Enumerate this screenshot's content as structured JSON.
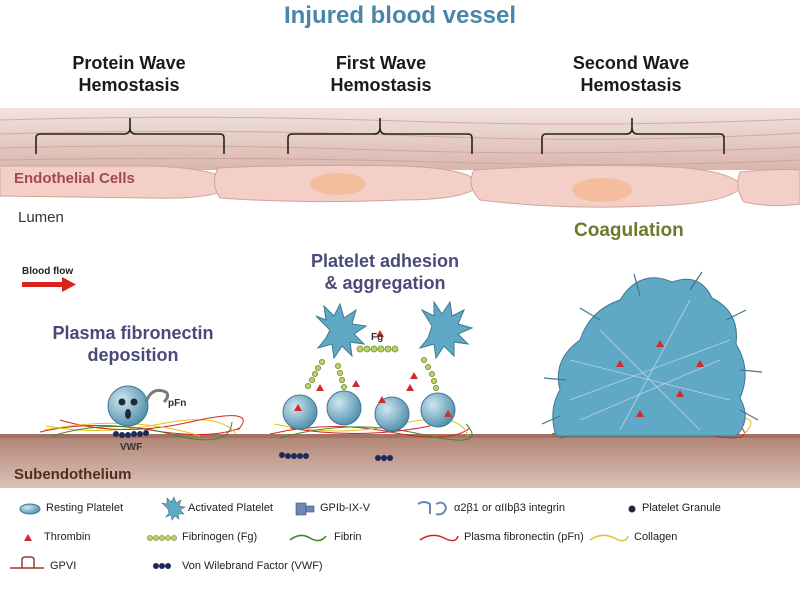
{
  "title": "Injured blood vessel",
  "waves": [
    {
      "line1": "Protein Wave",
      "line2": "Hemostasis"
    },
    {
      "line1": "First Wave",
      "line2": "Hemostasis"
    },
    {
      "line1": "Second Wave",
      "line2": "Hemostasis"
    }
  ],
  "regions": {
    "endothelial": "Endothelial Cells",
    "lumen": "Lumen",
    "subendothelium": "Subendothelium"
  },
  "blood_flow": "Blood flow",
  "stages": {
    "deposition_line1": "Plasma fibronectin",
    "deposition_line2": "deposition",
    "adhesion_line1": "Platelet adhesion",
    "adhesion_line2": "& aggregation",
    "coagulation": "Coagulation"
  },
  "small_labels": {
    "pfn": "pFn",
    "vwf": "VWF",
    "fg": "Fg"
  },
  "legend": [
    {
      "icon": "resting-platelet-icon",
      "label": "Resting Platelet"
    },
    {
      "icon": "activated-platelet-icon",
      "label": "Activated Platelet"
    },
    {
      "icon": "gpib-icon",
      "label": "GPIb-IX-V"
    },
    {
      "icon": "integrin-icon",
      "label": "α2β1 or αIIbβ3 integrin"
    },
    {
      "icon": "platelet-granule-icon",
      "label": "Platelet Granule"
    },
    {
      "icon": "thrombin-icon",
      "label": "Thrombin"
    },
    {
      "icon": "fibrinogen-icon",
      "label": "Fibrinogen (Fg)"
    },
    {
      "icon": "fibrin-icon",
      "label": "Fibrin"
    },
    {
      "icon": "plasma-fibronectin-icon",
      "label": "Plasma fibronectin (pFn)"
    },
    {
      "icon": "collagen-icon",
      "label": "Collagen"
    },
    {
      "icon": "gpvi-icon",
      "label": "GPVI"
    },
    {
      "icon": "vwf-icon",
      "label": "Von Wilebrand Factor (VWF)"
    }
  ],
  "colors": {
    "title": "#4a86a8",
    "platelet": "#5fa8c6",
    "thrombin": "#d22a2a",
    "flow_arrow": "#d8241c",
    "tissue": "#c29a8c",
    "cell": "#f3cfc7",
    "coagulation": "#6b7a2c"
  }
}
